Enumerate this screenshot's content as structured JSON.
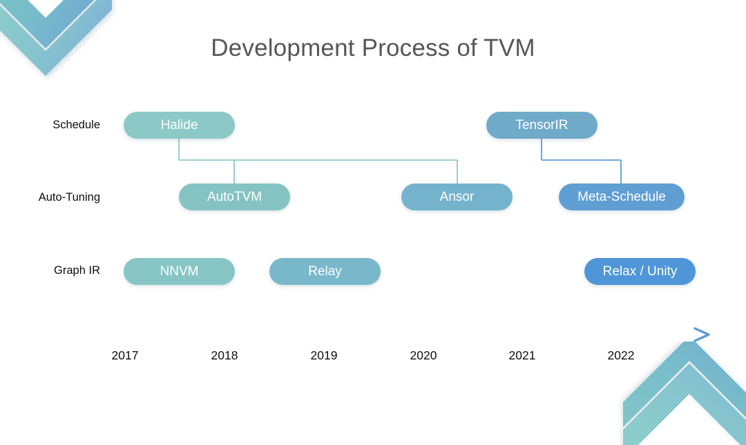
{
  "slide": {
    "title": "Development Process of TVM",
    "background": "#ffffff",
    "title_color": "#565656"
  },
  "palette": {
    "teal": "#8CC9C6",
    "teal_mid": "#83C2C6",
    "blue_mid": "#76AFCD",
    "blue": "#5B9BD5",
    "line_teal": "#8CC9C6",
    "line_blue": "#5B9BD5",
    "label_color": "#0d0d0d",
    "pill_text": "#ffffff"
  },
  "rows": [
    {
      "id": "schedule",
      "label": "Schedule"
    },
    {
      "id": "auto-tuning",
      "label": "Auto-Tuning"
    },
    {
      "id": "graph-ir",
      "label": "Graph IR"
    }
  ],
  "nodes": [
    {
      "id": "halide",
      "label": "Halide",
      "row": "schedule",
      "year": 2017,
      "color": "#8CC9C6"
    },
    {
      "id": "tensorir",
      "label": "TensorIR",
      "row": "schedule",
      "year": 2021,
      "color": "#6FAAC9"
    },
    {
      "id": "autotvm",
      "label": "AutoTVM",
      "row": "auto-tuning",
      "year": 2018,
      "color": "#85C3C3"
    },
    {
      "id": "ansor",
      "label": "Ansor",
      "row": "auto-tuning",
      "year": 2020,
      "color": "#75B2CC"
    },
    {
      "id": "meta-schedule",
      "label": "Meta-Schedule",
      "row": "auto-tuning",
      "year": 2022,
      "color": "#5F9ED2"
    },
    {
      "id": "nnvm",
      "label": "NNVM",
      "row": "graph-ir",
      "year": 2017,
      "color": "#87C5C5"
    },
    {
      "id": "relay",
      "label": "Relay",
      "row": "graph-ir",
      "year": 2018,
      "color": "#79B8CB"
    },
    {
      "id": "relax-unity",
      "label": "Relax / Unity",
      "row": "graph-ir",
      "year": 2022,
      "color": "#4E96D8"
    }
  ],
  "edges": [
    {
      "from": "halide",
      "to": "autotvm",
      "color": "#8CC9C6"
    },
    {
      "from": "halide",
      "to": "ansor",
      "color": "#8CC9C6"
    },
    {
      "from": "tensorir",
      "to": "meta-schedule",
      "color": "#5B9BD5"
    }
  ],
  "timeline": {
    "years": [
      "2017",
      "2018",
      "2019",
      "2020",
      "2021",
      "2022"
    ],
    "start_color": "#8CC9C6",
    "end_color": "#5B9BD5",
    "arrow": "right-arrow"
  },
  "decorations": [
    {
      "id": "corner-chevron-top-left",
      "direction": "down-right"
    },
    {
      "id": "corner-chevron-bottom-right",
      "direction": "up-right"
    }
  ]
}
